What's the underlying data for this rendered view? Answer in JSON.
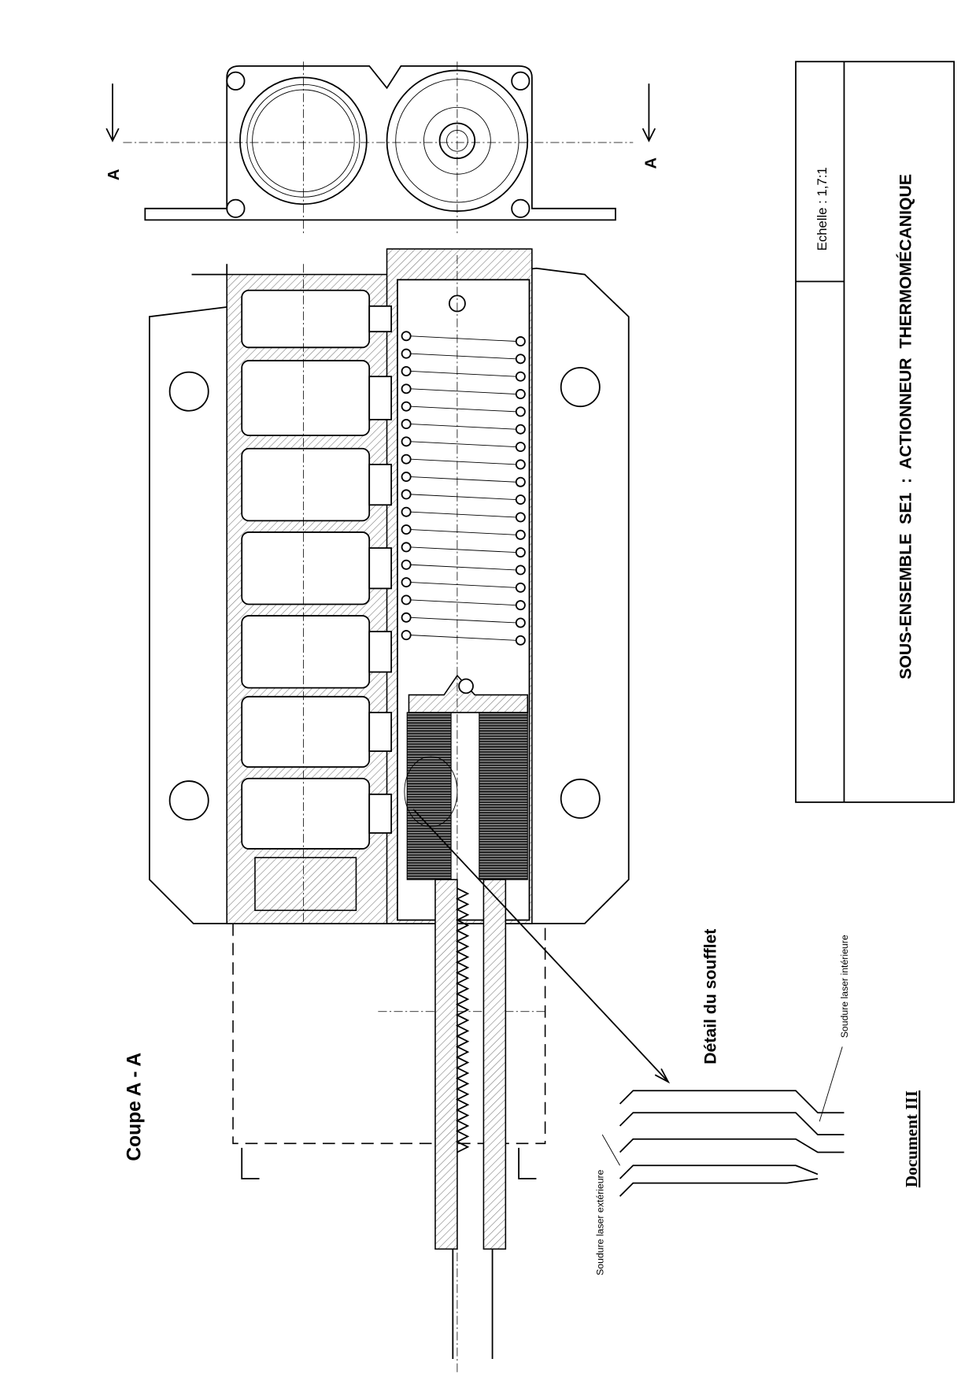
{
  "drawing": {
    "title": "SOUS-ENSEMBLE  SE1  :  ACTIONNEUR  THERMOMÉCANIQUE",
    "scale": "Echelle : 1,7:1",
    "section_title": "Coupe A - A",
    "section_marker_left": "A",
    "section_marker_right": "A",
    "detail_title": "Détail  du  soufflet",
    "weld_outer": "Soudure laser extérieure",
    "weld_inner": "Soudure laser intérieure",
    "document_label": "Document III"
  }
}
